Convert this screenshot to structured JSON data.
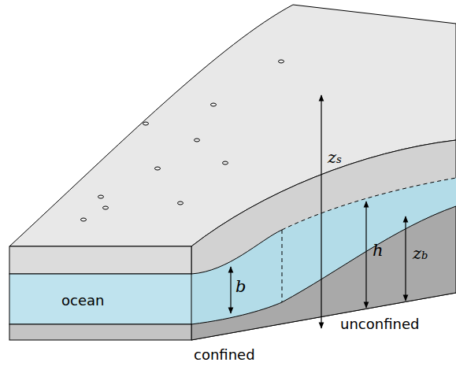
{
  "diagram": {
    "labels": [
      "ocean",
      "zs",
      "b",
      "h",
      "zb",
      "unconfined",
      "confined"
    ]
  }
}
